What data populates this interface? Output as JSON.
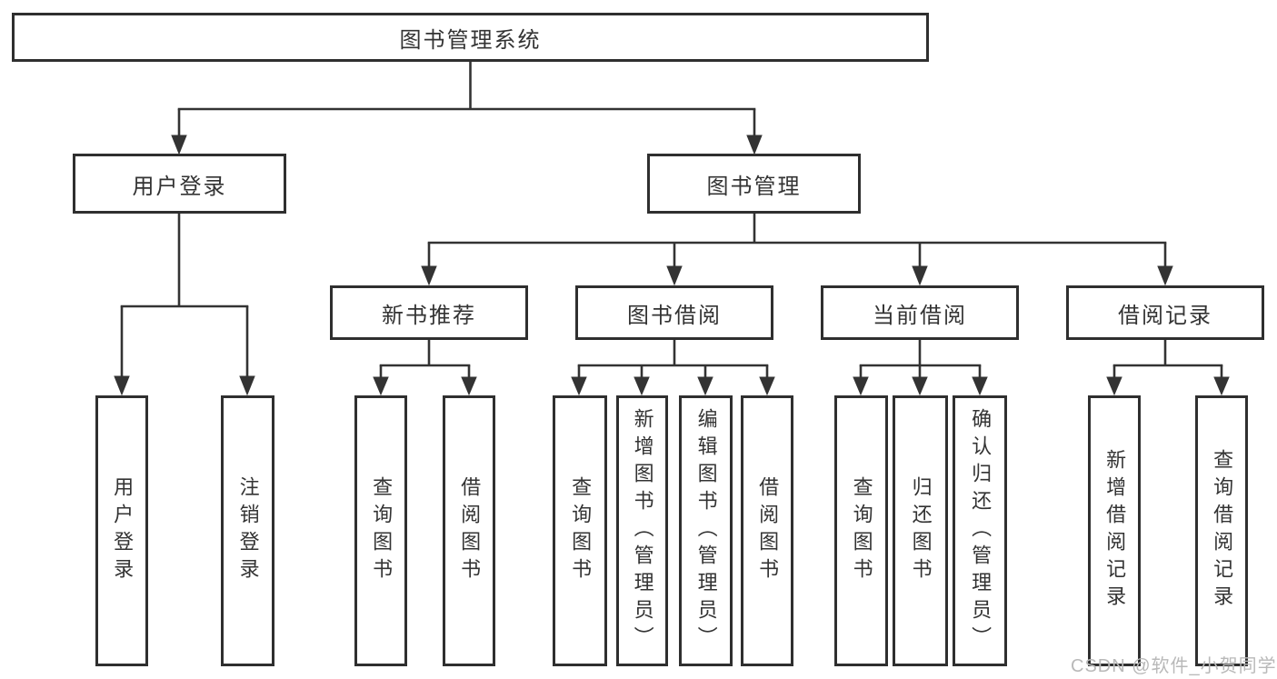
{
  "diagram": {
    "type": "tree",
    "root": {
      "label": "图书管理系统"
    },
    "level2": [
      {
        "label": "用户登录",
        "parent": "图书管理系统"
      },
      {
        "label": "图书管理",
        "parent": "图书管理系统"
      }
    ],
    "level3": [
      {
        "label": "新书推荐",
        "parent": "图书管理"
      },
      {
        "label": "图书借阅",
        "parent": "图书管理"
      },
      {
        "label": "当前借阅",
        "parent": "图书管理"
      },
      {
        "label": "借阅记录",
        "parent": "图书管理"
      }
    ],
    "leaves": [
      {
        "label": "用户登录",
        "parent": "用户登录"
      },
      {
        "label": "注销登录",
        "parent": "用户登录"
      },
      {
        "label": "查询图书",
        "parent": "新书推荐"
      },
      {
        "label": "借阅图书",
        "parent": "新书推荐"
      },
      {
        "label": "查询图书",
        "parent": "图书借阅"
      },
      {
        "label": "新增图书（管理员）",
        "parent": "图书借阅"
      },
      {
        "label": "编辑图书（管理员）",
        "parent": "图书借阅"
      },
      {
        "label": "借阅图书",
        "parent": "图书借阅"
      },
      {
        "label": "查询图书",
        "parent": "当前借阅"
      },
      {
        "label": "归还图书",
        "parent": "当前借阅"
      },
      {
        "label": "确认归还（管理员）",
        "parent": "当前借阅"
      },
      {
        "label": "新增借阅记录",
        "parent": "借阅记录"
      },
      {
        "label": "查询借阅记录",
        "parent": "借阅记录"
      }
    ]
  },
  "watermark": "CSDN @软件_小贺同学",
  "colors": {
    "line": "#333333",
    "box_border": "#2f2f2f",
    "text": "#333333",
    "background": "#ffffff",
    "watermark": "#b9b9b9"
  }
}
